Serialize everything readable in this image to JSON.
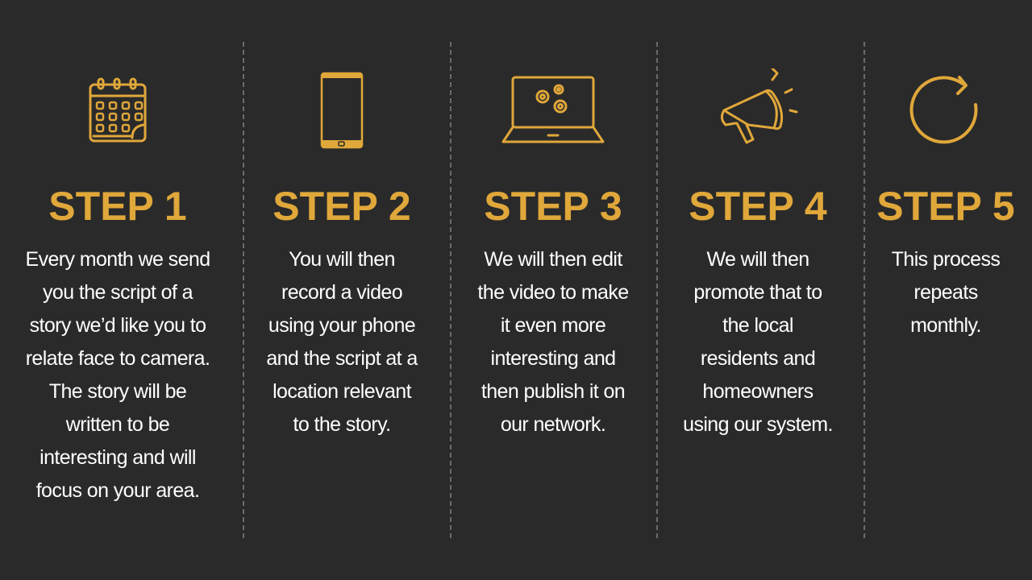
{
  "accent": "#e0a73a",
  "background": "#2a2a2a",
  "steps": [
    {
      "icon": "calendar-icon",
      "title": "STEP 1",
      "lines": [
        "Every month we send",
        "you the script of a",
        "story we’d like you to",
        "relate face to camera.",
        "The story will be",
        "written to be",
        "interesting and will",
        "focus on your area."
      ]
    },
    {
      "icon": "smartphone-icon",
      "title": "STEP 2",
      "lines": [
        "You will then",
        "record a video",
        "using your phone",
        "and the script at a",
        "location relevant",
        "to the story."
      ]
    },
    {
      "icon": "laptop-gears-icon",
      "title": "STEP 3",
      "lines": [
        "We will then edit",
        "the video to make",
        "it even more",
        "interesting and",
        "then publish it on",
        "our network."
      ]
    },
    {
      "icon": "megaphone-icon",
      "title": "STEP 4",
      "lines": [
        "We will then",
        "promote that to",
        "the local",
        "residents and",
        "homeowners",
        "using our system."
      ]
    },
    {
      "icon": "refresh-icon",
      "title": "STEP 5",
      "lines": [
        "This process",
        "repeats",
        "monthly."
      ]
    }
  ]
}
